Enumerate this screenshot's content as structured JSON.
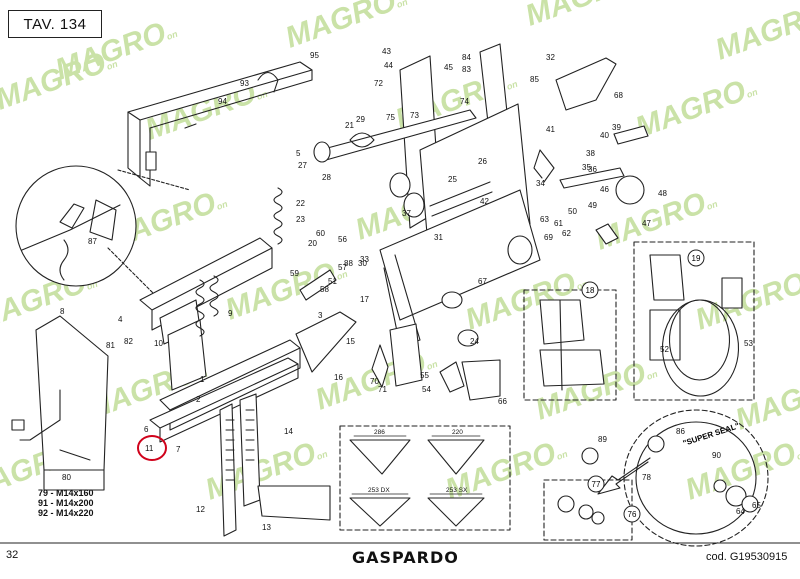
{
  "header": {
    "table_label": "TAV. 134"
  },
  "footer": {
    "page_number": "32",
    "brand": "GASPARDO",
    "code": "cod. G19530915"
  },
  "watermark": {
    "text": "MAGRO",
    "suffix": "on",
    "color": "#b8d98a"
  },
  "highlight": {
    "label": "11",
    "color": "#d0021b"
  },
  "bolt_table": [
    "79 - M14x160",
    "91 - M14x200",
    "92 - M14x220"
  ],
  "detail_callouts": [
    "18",
    "19",
    "76",
    "77"
  ],
  "wheel_text": "\"SUPER SEAL\"",
  "profile_dims": [
    "286",
    "220",
    "253 DX",
    "253 SX"
  ],
  "part_labels": [
    "1",
    "2",
    "3",
    "4",
    "5",
    "6",
    "7",
    "8",
    "9",
    "10",
    "12",
    "13",
    "14",
    "15",
    "16",
    "17",
    "18",
    "19",
    "20",
    "21",
    "22",
    "23",
    "24",
    "25",
    "26",
    "27",
    "28",
    "29",
    "30",
    "31",
    "32",
    "33",
    "34",
    "35",
    "36",
    "37",
    "38",
    "39",
    "40",
    "41",
    "42",
    "43",
    "44",
    "45",
    "46",
    "47",
    "48",
    "49",
    "50",
    "51",
    "52",
    "53",
    "54",
    "55",
    "56",
    "57",
    "58",
    "59",
    "60",
    "61",
    "62",
    "63",
    "64",
    "65",
    "66",
    "67",
    "68",
    "69",
    "70",
    "71",
    "72",
    "73",
    "74",
    "75",
    "76",
    "77",
    "78",
    "79",
    "80",
    "81",
    "82",
    "83",
    "84",
    "85",
    "86",
    "87",
    "88",
    "89",
    "90",
    "91",
    "92",
    "93",
    "94",
    "95"
  ]
}
